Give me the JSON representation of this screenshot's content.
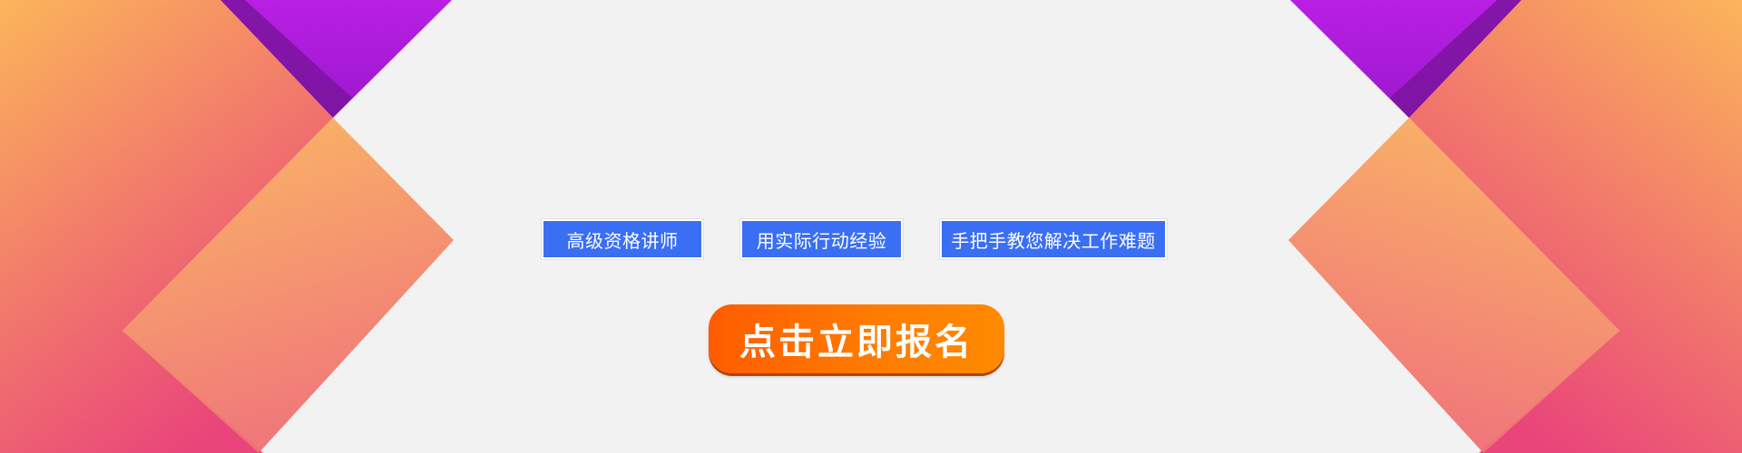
{
  "colors": {
    "background": "#f2f2f2",
    "tag_blue": "#3a6ff4",
    "cta_orange_start": "#ff5c00",
    "cta_orange_end": "#ff8a00",
    "shape_orange": "#fbb65a",
    "shape_pink": "#e9457a",
    "shape_purple": "#b41fe2"
  },
  "tags": [
    {
      "label": "高级资格讲师"
    },
    {
      "label": "用实际行动经验"
    },
    {
      "label": "手把手教您解决工作难题"
    }
  ],
  "cta": {
    "label": "点击立即报名"
  }
}
